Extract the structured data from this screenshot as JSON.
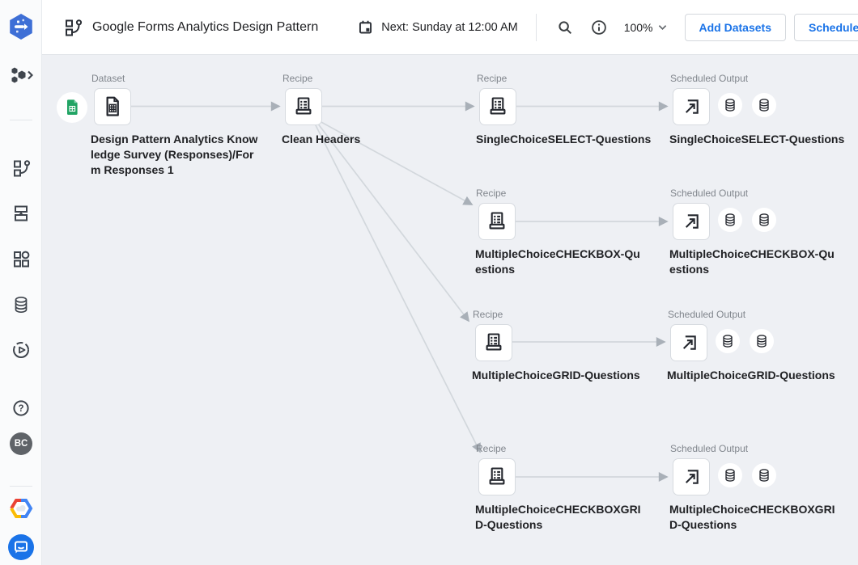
{
  "header": {
    "title": "Google Forms Analytics Design Pattern",
    "schedule_text": "Next: Sunday at 12:00 AM",
    "zoom_level": "100%",
    "add_datasets_label": "Add Datasets",
    "schedule_label": "Schedule",
    "icons": [
      "flow-icon",
      "calendar-icon",
      "search-icon",
      "info-icon",
      "chevron-down-icon",
      "more-horizontal-icon"
    ]
  },
  "sidebar": {
    "avatar_initials": "BC",
    "icons": [
      "dataprep-logo",
      "workspace-switcher-icon",
      "flows-icon",
      "plans-icon",
      "library-icon",
      "connections-icon",
      "job-history-icon",
      "help-icon",
      "user-avatar",
      "google-cloud-icon",
      "chat-icon"
    ]
  },
  "canvas": {
    "nodes": [
      {
        "type_label": "Dataset",
        "name": "Design Pattern Analytics Knowledge Survey (Responses)/Form Responses 1",
        "icon": "dataset-table-icon",
        "badge": "google-sheets-icon"
      },
      {
        "type_label": "Recipe",
        "name": "Clean Headers",
        "icon": "recipe-icon"
      },
      {
        "type_label": "Recipe",
        "name": "SingleChoiceSELECT-Questions",
        "icon": "recipe-icon"
      },
      {
        "type_label": "Scheduled Output",
        "name": "SingleChoiceSELECT-Questions",
        "icon": "output-icon",
        "extras": [
          "database-icon",
          "database-icon"
        ]
      },
      {
        "type_label": "Recipe",
        "name": "MultipleChoiceCHECKBOX-Questions",
        "icon": "recipe-icon"
      },
      {
        "type_label": "Scheduled Output",
        "name": "MultipleChoiceCHECKBOX-Questions",
        "icon": "output-icon",
        "extras": [
          "database-icon",
          "database-icon"
        ]
      },
      {
        "type_label": "Recipe",
        "name": "MultipleChoiceGRID-Questions",
        "icon": "recipe-icon"
      },
      {
        "type_label": "Scheduled Output",
        "name": "MultipleChoiceGRID-Questions",
        "icon": "output-icon",
        "extras": [
          "database-icon",
          "database-icon"
        ]
      },
      {
        "type_label": "Recipe",
        "name": "MultipleChoiceCHECKBOXGRID-Questions",
        "icon": "recipe-icon"
      },
      {
        "type_label": "Scheduled Output",
        "name": "MultipleChoiceCHECKBOXGRID-Questions",
        "icon": "output-icon",
        "extras": [
          "database-icon",
          "database-icon"
        ]
      }
    ]
  },
  "colors": {
    "accent_blue": "#1a73e8",
    "sheets_green": "#21a464",
    "canvas_bg": "#eef0f4",
    "edge_line": "#d2d7dc",
    "edge_arrow": "#a9b0b8",
    "label_gray": "#81868d",
    "text_dark": "#202124"
  }
}
